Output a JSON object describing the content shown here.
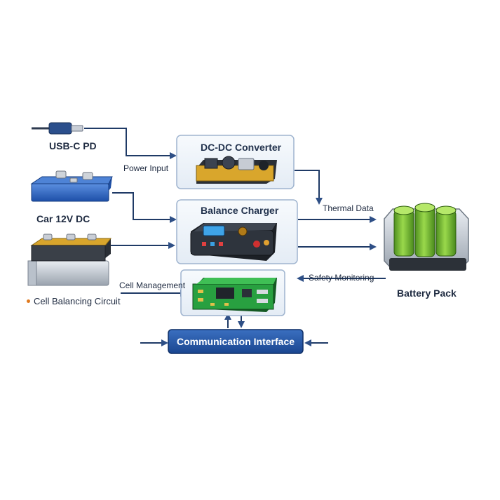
{
  "sources": {
    "usb": "USB-C PD",
    "car": "Car 12V DC",
    "cell": "Cell Balancing Circuit"
  },
  "modules": {
    "dcdc": "DC-DC Converter",
    "balance": "Balance Charger",
    "comm": "Communication Interface"
  },
  "edges": {
    "power_input": "Power Input",
    "thermal_data": "Thermal Data",
    "cell_management": "Cell Management",
    "safety_monitoring": "Safety Monitoring"
  },
  "target": "Battery Pack",
  "colors": {
    "line": "#1f3a66",
    "arrow": "#2e4f86",
    "panel_border": "#9fb4cf",
    "comm_fill": "#1d4d9a",
    "battery_cell": "#7cc13a",
    "bullet": "#e07a1f"
  }
}
